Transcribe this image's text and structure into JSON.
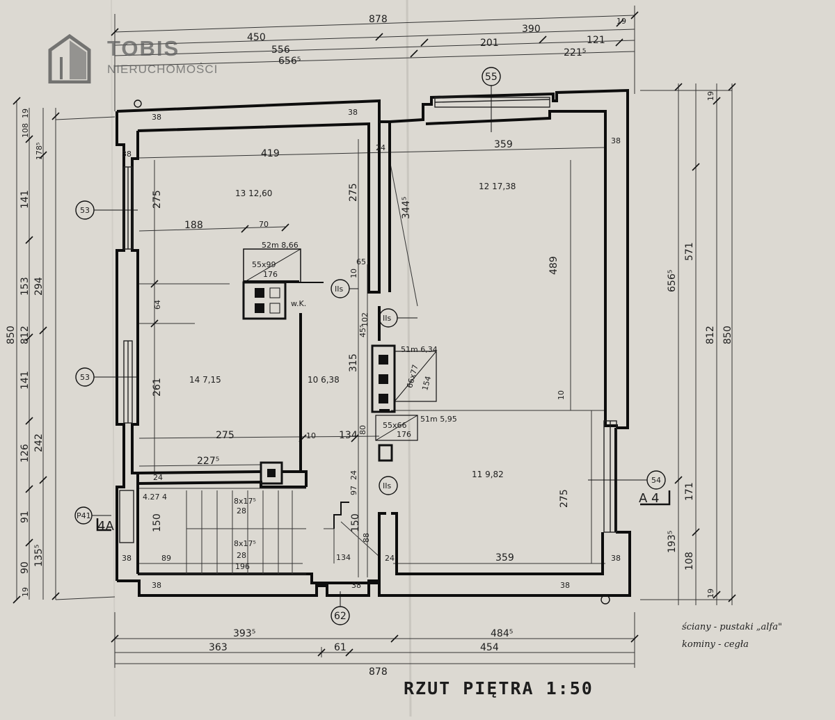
{
  "logo": {
    "title": "TOBIS",
    "subtitle": "NIERUCHOMOŚCI"
  },
  "drawing_title": "RZUT PIĘTRA   1:50",
  "legend": {
    "line1": "ściany - pustaki „alfa\"",
    "line2": "kominy - cegła"
  },
  "axis_labels": {
    "top": "55",
    "bottom": "62",
    "left_upper": "53",
    "left_lower": "53",
    "left_bottom": "P41",
    "right": "54"
  },
  "section_marks": {
    "left": "4A",
    "right": "A 4"
  },
  "rooms": {
    "r13": "13  12,60",
    "r12": "12  17,38",
    "r14": "14  7,15",
    "r10": "10  6,38",
    "r11": "11  9,82",
    "r427": "4.27  4"
  },
  "circles": {
    "s1": "IIs",
    "s2": "IIs",
    "s3": "IIs"
  },
  "chimneys": {
    "c1_top": "52m 8,66",
    "c1_mid": "55x99",
    "c1_bot": "176",
    "c2_top": "51m 6,34",
    "c2_mid": "66x77",
    "c2_bot": "154",
    "c3_top": "51m 5,95",
    "c3_mid": "55x66",
    "c3_bot": "176",
    "wk": "w.K."
  },
  "stairs": {
    "upper_a": "8x17⁵",
    "upper_b": "28",
    "lower_a": "8x17⁵",
    "lower_b": "28",
    "lower_c": "196"
  },
  "dims": {
    "top_878": "878",
    "top_450": "450",
    "top_390": "390",
    "top_19": "19",
    "top_556": "556",
    "top_201": "201",
    "top_121": "121",
    "top_656": "656⁵",
    "top_221": "221⁵",
    "bot_393": "393⁵",
    "bot_484": "484⁵",
    "bot_363": "363",
    "bot_61": "61",
    "bot_454": "454",
    "bot_878": "878",
    "l_850": "850",
    "l_812": "812",
    "l_19a": "19",
    "l_108": "108",
    "l_178": "178⁵",
    "l_141a": "141",
    "l_153": "153",
    "l_294": "294",
    "l_141b": "141",
    "l_126": "126",
    "l_242": "242",
    "l_91": "91",
    "l_90": "90",
    "l_135": "135⁵",
    "l_19b": "19",
    "r_850": "850",
    "r_812": "812",
    "r_656": "656⁵",
    "r_571": "571",
    "r_19a": "19",
    "r_171": "171",
    "r_193": "193⁵",
    "r_108": "108",
    "r_19b": "19",
    "i_419": "419",
    "i_359a": "359",
    "i_38a": "38",
    "i_38b": "38",
    "i_38c": "38",
    "i_38d": "38",
    "i_24a": "24",
    "i_275a": "275",
    "i_275b": "275",
    "i_344": "344⁵",
    "i_188": "188",
    "i_70": "70",
    "i_65": "65",
    "i_10a": "10",
    "i_489": "489",
    "i_64": "64",
    "i_102": "102",
    "i_455": "45⁵",
    "i_315": "315",
    "i_261": "261",
    "i_10b": "10",
    "i_275c": "275",
    "i_10c": "10",
    "i_134a": "134",
    "i_80": "80",
    "i_227": "227⁵",
    "i_24b": "24",
    "i_24c": "24",
    "i_97": "97",
    "i_275d": "275",
    "i_150a": "150",
    "i_150b": "150",
    "i_88": "88",
    "i_134b": "134",
    "i_38e": "38",
    "i_89": "89",
    "i_24d": "24",
    "i_359b": "359",
    "i_38f": "38",
    "i_38g": "38",
    "i_38h": "38",
    "i_38i": "38"
  }
}
